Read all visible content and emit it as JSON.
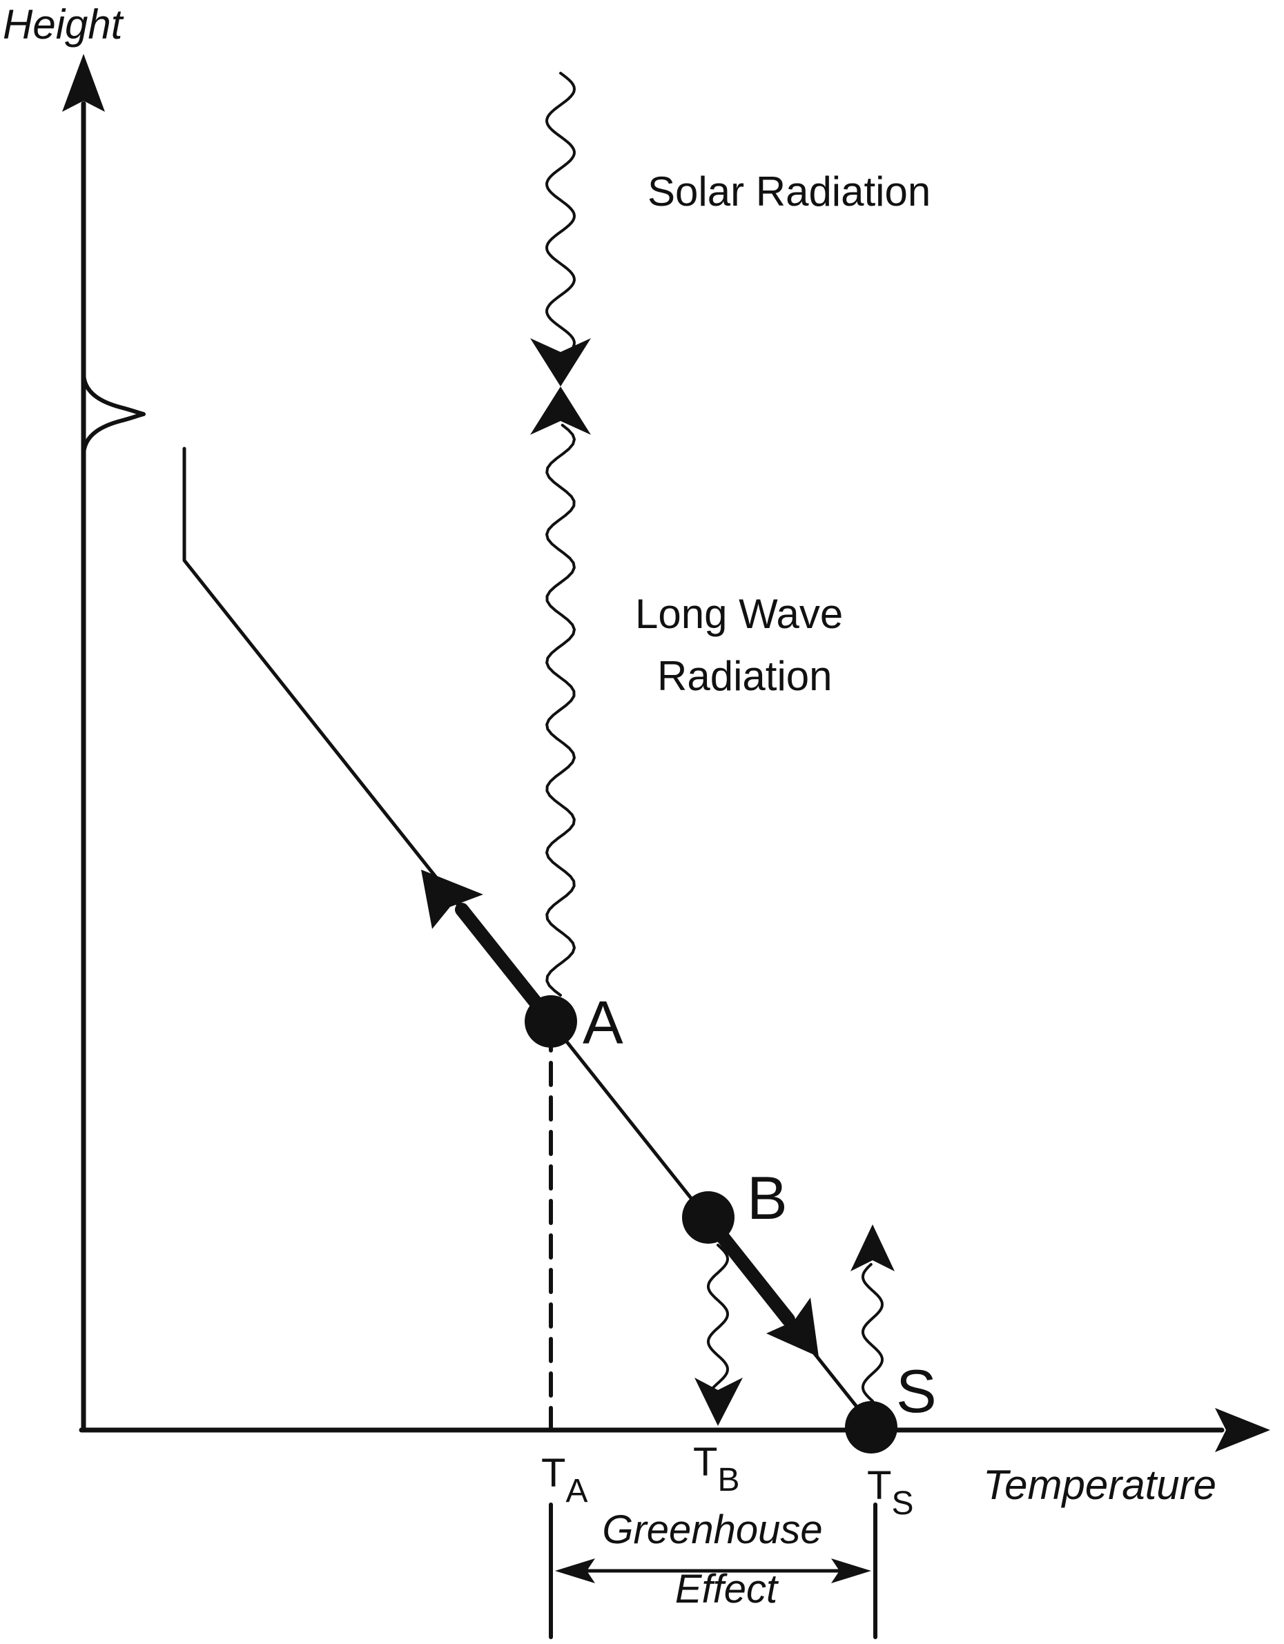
{
  "axes": {
    "y_label": "Height",
    "x_label": "Temperature"
  },
  "radiation": {
    "solar_label": "Solar Radiation",
    "longwave_line1": "Long Wave",
    "longwave_line2": "Radiation"
  },
  "points": {
    "a": "A",
    "b": "B",
    "s": "S"
  },
  "ticks": {
    "ta_main": "T",
    "ta_sub": "A",
    "tb_main": "T",
    "tb_sub": "B",
    "ts_main": "T",
    "ts_sub": "S"
  },
  "greenhouse": {
    "line1": "Greenhouse",
    "line2": "Effect"
  },
  "colors": {
    "ink": "#111111",
    "background": "#ffffff"
  }
}
